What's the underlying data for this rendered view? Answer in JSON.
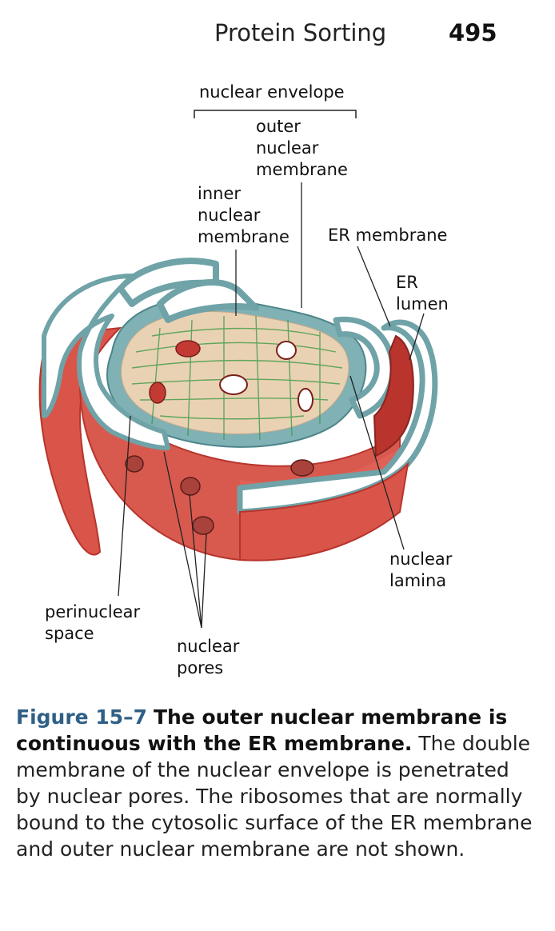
{
  "header": {
    "section_title": "Protein Sorting",
    "page_number": "495"
  },
  "figure": {
    "labels": {
      "nuclear_envelope": "nuclear envelope",
      "outer_nuclear_membrane": "outer\nnuclear\nmembrane",
      "inner_nuclear_membrane": "inner\nnuclear\nmembrane",
      "er_membrane": "ER membrane",
      "er_lumen": "ER\nlumen",
      "nuclear_lamina": "nuclear\nlamina",
      "perinuclear_space": "perinuclear\nspace",
      "nuclear_pores": "nuclear\npores"
    },
    "colors": {
      "membrane_red": "#d9554a",
      "membrane_dark": "#b8342c",
      "membrane_edge": "#6fa3a8",
      "lamina_green": "#3f9a4a",
      "nucleoplasm": "#e9d2b3"
    }
  },
  "caption": {
    "figure_number": "Figure 15–7",
    "bold_title": "The outer nuclear membrane is continuous with the ER membrane.",
    "body": "The double membrane of the nuclear envelope is penetrated by nuclear pores. The ribosomes that are normally bound to the cytosolic surface of the ER membrane and outer nuclear membrane are not shown."
  }
}
